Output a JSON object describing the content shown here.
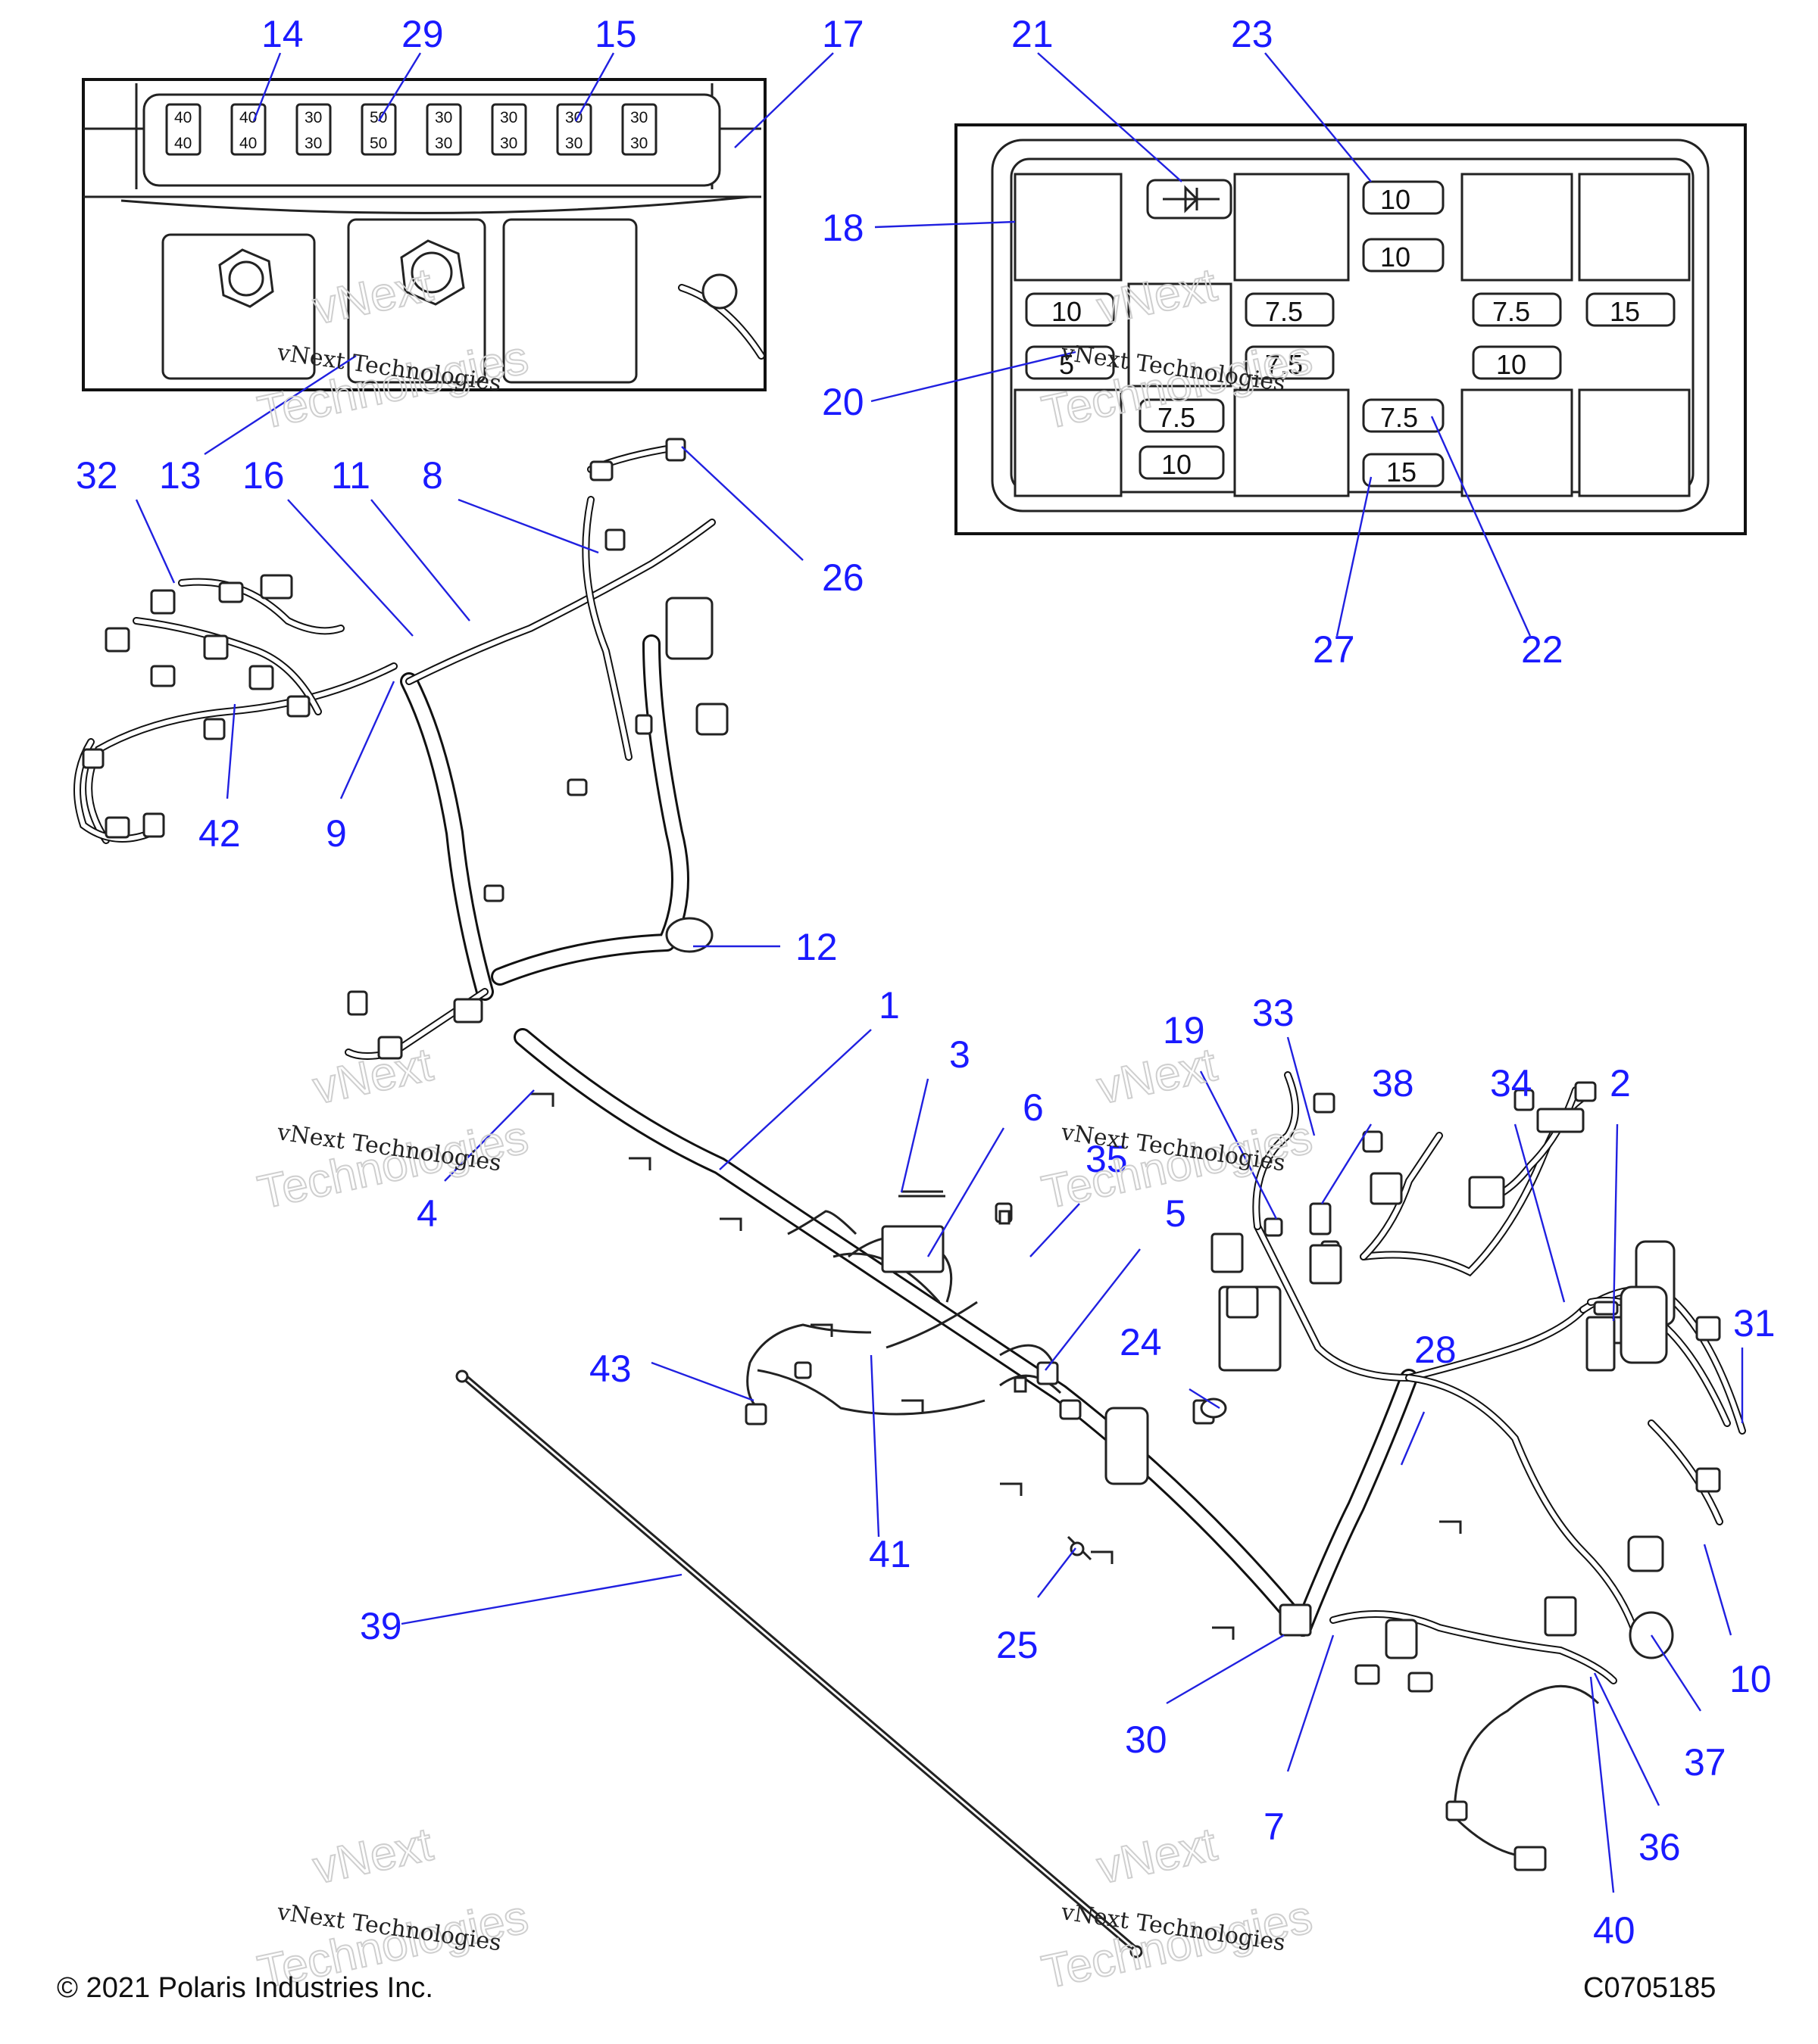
{
  "callouts": [
    "14",
    "29",
    "15",
    "17",
    "21",
    "23",
    "18",
    "20",
    "27",
    "22",
    "13",
    "32",
    "16",
    "11",
    "8",
    "26",
    "42",
    "9",
    "12",
    "1",
    "3",
    "6",
    "4",
    "35",
    "5",
    "43",
    "41",
    "39",
    "25",
    "19",
    "33",
    "38",
    "34",
    "2",
    "24",
    "28",
    "31",
    "30",
    "7",
    "10",
    "37",
    "36",
    "40"
  ],
  "fuse_panel_top": {
    "slot_ratings_top": [
      "40",
      "40",
      "30",
      "50",
      "30",
      "30",
      "30",
      "30"
    ],
    "slot_ratings_bottom": [
      "40",
      "40",
      "30",
      "50",
      "30",
      "30",
      "30",
      "30"
    ]
  },
  "fuse_panel_right": {
    "fuses": [
      "10",
      "10",
      "10",
      "7.5",
      "7.5",
      "15",
      "5",
      "7.5",
      "10",
      "7.5",
      "10",
      "7.5",
      "15"
    ]
  },
  "watermark": {
    "line": "vNext Technologies",
    "ghost_line1": "vNext",
    "ghost_line2": "Technologies"
  },
  "footer": {
    "copyright": "© 2021 Polaris Industries Inc.",
    "code": "C0705185"
  }
}
